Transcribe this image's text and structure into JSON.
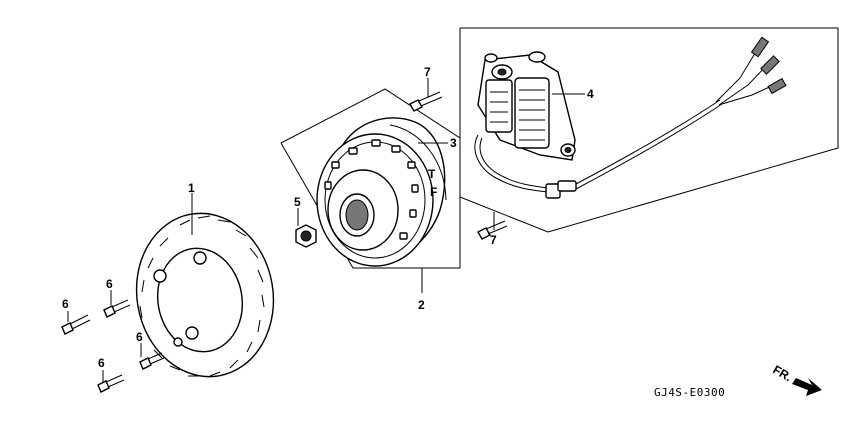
{
  "callouts": {
    "flywheel_fan": "1",
    "flywheel": "2",
    "flywheel_rear": "3",
    "pulser_coil": "4",
    "nut": "5",
    "bolt_a": "6",
    "bolt_b": "6",
    "bolt_c": "6",
    "bolt_d": "6",
    "bolt_top": "7",
    "bolt_right": "7"
  },
  "rotor_marks": [
    "T",
    "F"
  ],
  "direction_label": "FR.",
  "figure_code": "GJ4S-E0300"
}
